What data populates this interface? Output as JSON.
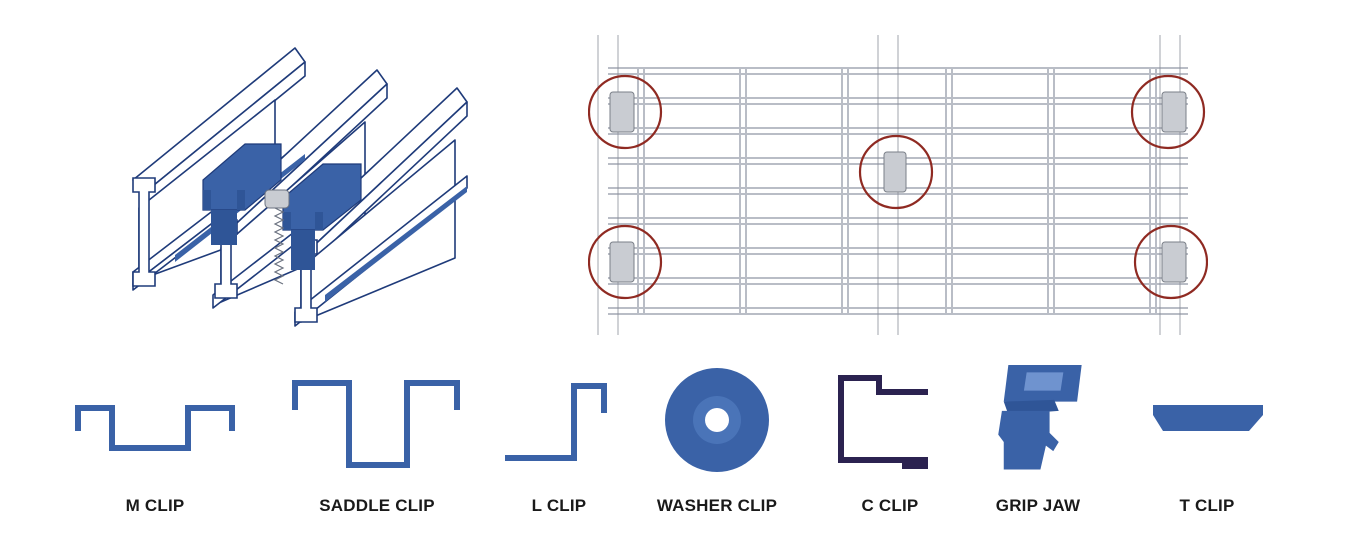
{
  "colors": {
    "clip_blue": "#3a62a7",
    "outline_navy": "#1f3b7a",
    "c_clip_dark": "#2b2250",
    "circle_red": "#8f2a22",
    "grate_line": "#b9bdc6",
    "metal_grey": "#c9ccd2"
  },
  "clips": [
    {
      "id": "m-clip",
      "label": "M CLIP"
    },
    {
      "id": "saddle-clip",
      "label": "SADDLE CLIP"
    },
    {
      "id": "l-clip",
      "label": "L CLIP"
    },
    {
      "id": "washer-clip",
      "label": "WASHER CLIP"
    },
    {
      "id": "c-clip",
      "label": "C CLIP"
    },
    {
      "id": "grip-jaw",
      "label": "GRIP JAW"
    },
    {
      "id": "t-clip",
      "label": "T CLIP"
    }
  ]
}
